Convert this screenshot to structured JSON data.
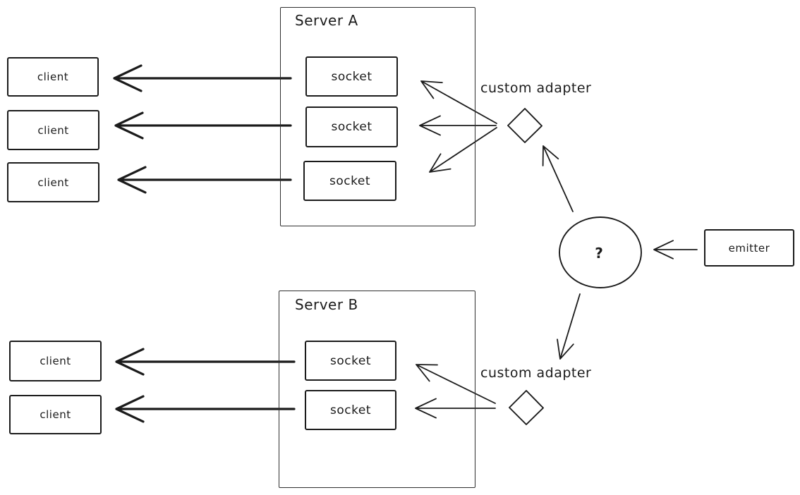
{
  "diagram": {
    "colors": {
      "stroke": "#1b1b1b",
      "background": "#ffffff"
    },
    "server_a": {
      "title": "Server A",
      "sockets": [
        "socket",
        "socket",
        "socket"
      ]
    },
    "server_b": {
      "title": "Server B",
      "sockets": [
        "socket",
        "socket"
      ]
    },
    "clients_top": [
      "client",
      "client",
      "client"
    ],
    "clients_bottom": [
      "client",
      "client"
    ],
    "adapters": {
      "top_label": "custom adapter",
      "bottom_label": "custom adapter"
    },
    "hub": {
      "label": "?"
    },
    "emitter": {
      "label": "emitter"
    }
  }
}
